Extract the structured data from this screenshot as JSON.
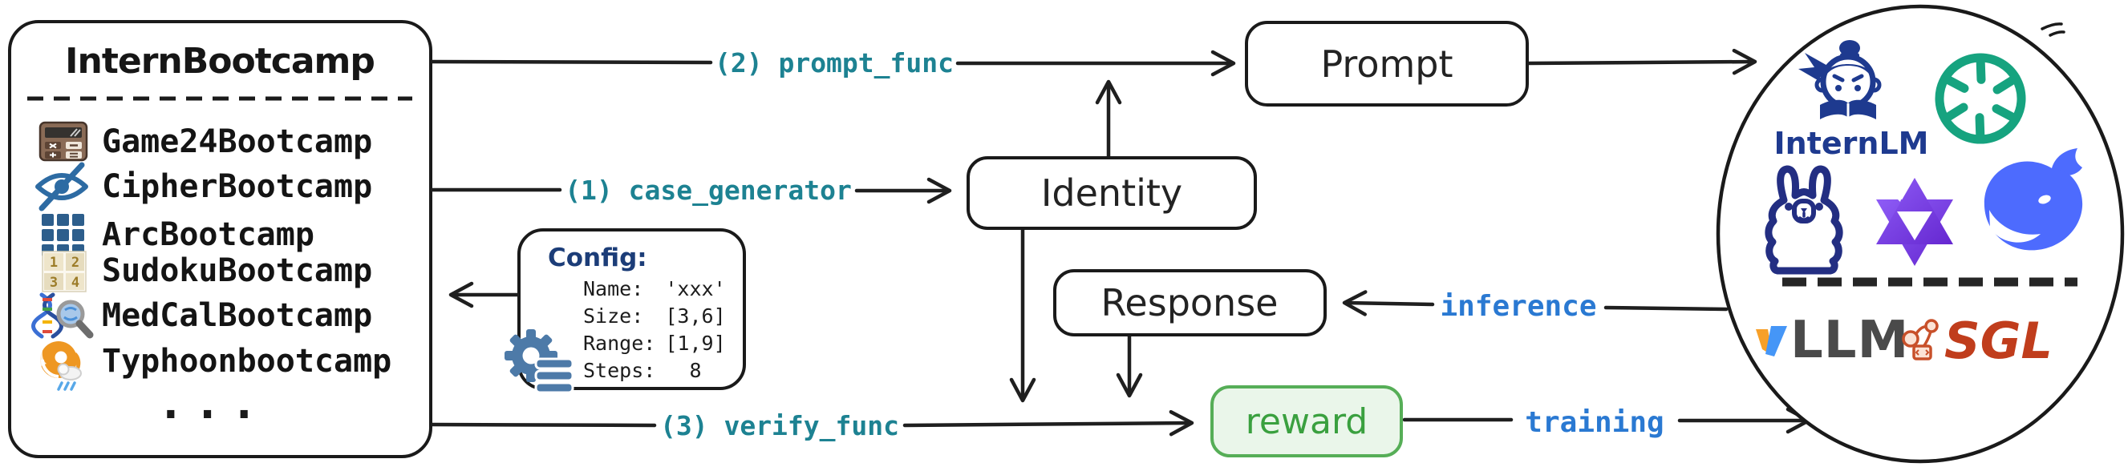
{
  "panel": {
    "title": "InternBootcamp",
    "items": [
      {
        "icon": "calculator-icon",
        "label": "Game24Bootcamp"
      },
      {
        "icon": "eye-slash-icon",
        "label": "CipherBootcamp"
      },
      {
        "icon": "grid-icon",
        "label": "ArcBootcamp"
      },
      {
        "icon": "sudoku-icon",
        "label": "SudokuBootcamp"
      },
      {
        "icon": "dna-magnifier-icon",
        "label": "MedCalBootcamp"
      },
      {
        "icon": "typhoon-icon",
        "label": "Typhoonbootcamp"
      }
    ],
    "sudoku_digits": {
      "a": "1",
      "b": "2",
      "c": "3",
      "d": "4"
    },
    "ellipsis": "..."
  },
  "config": {
    "title": "Config:",
    "rows": [
      {
        "key": "Name:",
        "value": "'xxx'"
      },
      {
        "key": "Size:",
        "value": "[3,6]"
      },
      {
        "key": "Range:",
        "value": "[1,9]"
      },
      {
        "key": "Steps:",
        "value": "8"
      }
    ]
  },
  "nodes": {
    "identity": "Identity",
    "prompt": "Prompt",
    "response": "Response",
    "reward": "reward"
  },
  "edges": {
    "case_generator": "(1) case_generator",
    "prompt_func": "(2) prompt_func",
    "verify_func": "(3) verify_func",
    "inference": "inference",
    "training": "training"
  },
  "models": {
    "internlm_label": "InternLM",
    "vllm_label": "LLM",
    "sglang_label": "SGL",
    "logos": [
      "internlm",
      "openai",
      "llama",
      "qwen",
      "deepseek",
      "vllm",
      "sglang"
    ]
  },
  "colors": {
    "teal_label": "#1d8292",
    "blue_label": "#2a79d2",
    "reward_green_text": "#3aa03f",
    "reward_green_border": "#56ae57",
    "reward_green_fill": "#eaf6ea",
    "config_navy": "#1c3d78",
    "steel_blue_icon": "#4d7aa8",
    "internlm_navy": "#1e3a8f",
    "openai_green": "#16a37f",
    "qwen_purple": "#7a46e8",
    "deepseek_blue": "#4d6bfe",
    "vllm_orange": "#f7a028",
    "vllm_blue": "#4596f7",
    "sgl_red": "#c03d1c",
    "line_black": "#1f1f1f"
  }
}
